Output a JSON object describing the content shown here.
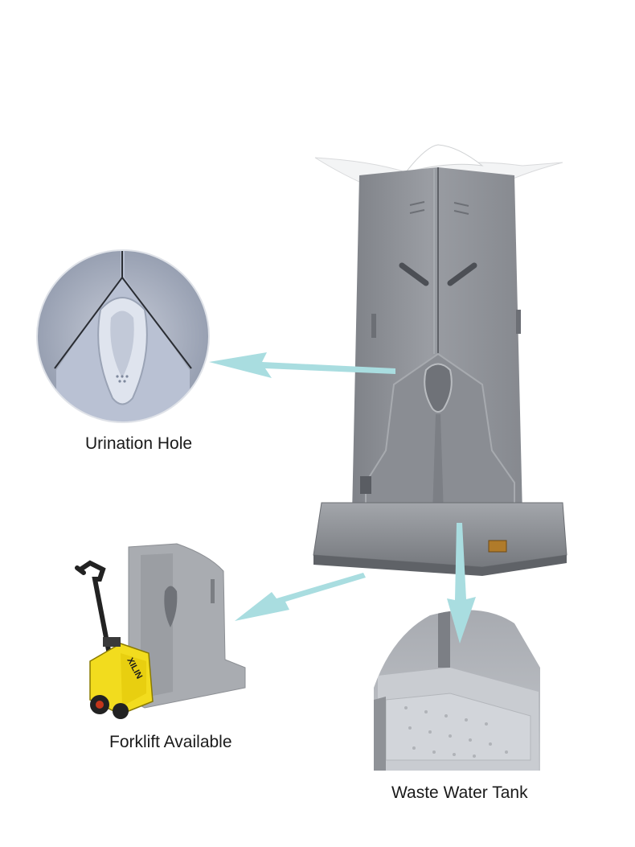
{
  "callouts": {
    "urination_hole": "Urination Hole",
    "forklift_available": "Forklift Available",
    "waste_water_tank": "Waste Water Tank"
  },
  "forklift_brand_text": "XILIN",
  "colors": {
    "background": "#ffffff",
    "urinal_body": "#8c8f95",
    "urinal_shadow": "#6f7278",
    "roof": "#f2f3f4",
    "arrow": "#a9dde0",
    "forklift_yellow": "#f2dc1e",
    "forklift_black": "#222222"
  }
}
